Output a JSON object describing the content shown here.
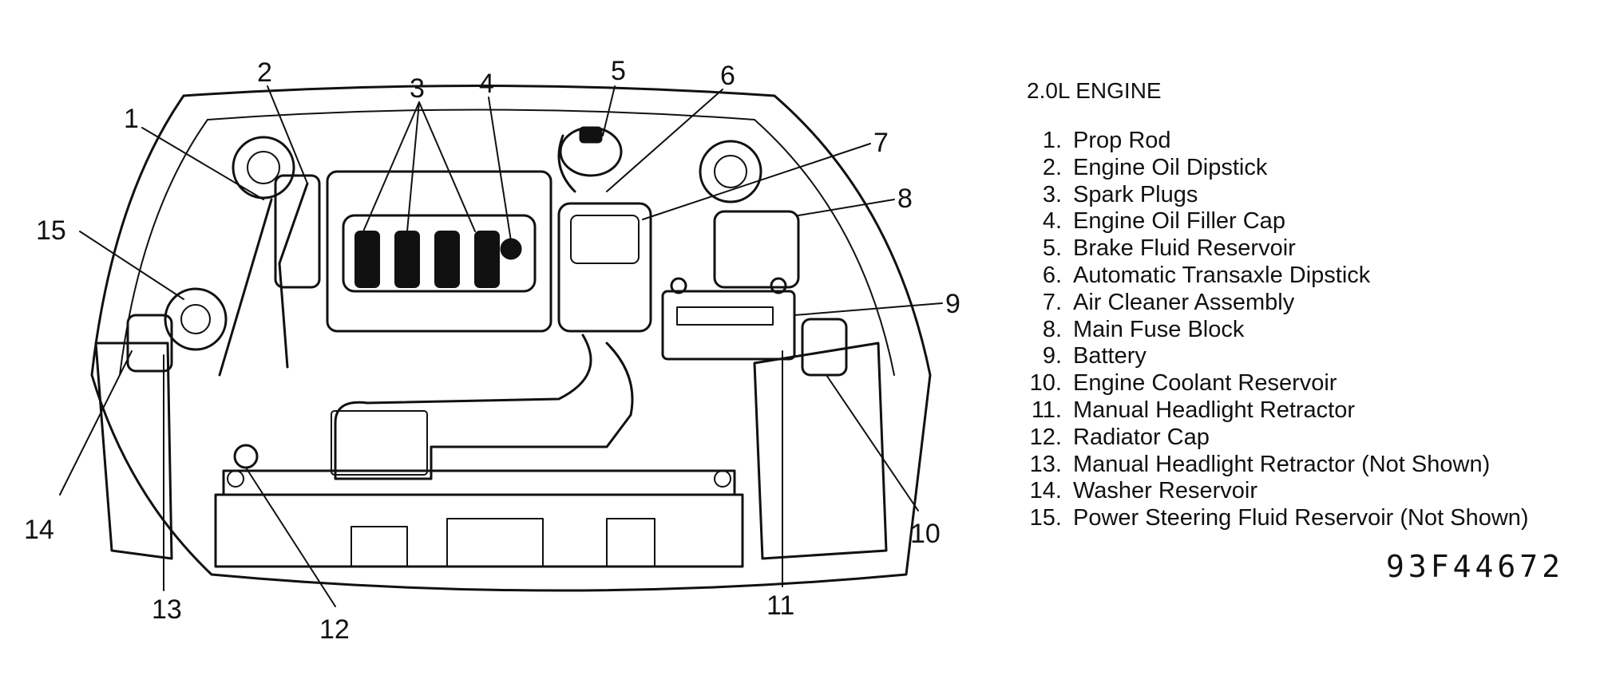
{
  "diagram": {
    "title": "2.0L ENGINE",
    "figure_code": "93F44672",
    "callouts": [
      {
        "id": "1",
        "label": "1",
        "name": "Prop Rod"
      },
      {
        "id": "2",
        "label": "2",
        "name": "Engine Oil Dipstick"
      },
      {
        "id": "3",
        "label": "3",
        "name": "Spark Plugs"
      },
      {
        "id": "4",
        "label": "4",
        "name": "Engine Oil Filler Cap"
      },
      {
        "id": "5",
        "label": "5",
        "name": "Brake Fluid Reservoir"
      },
      {
        "id": "6",
        "label": "6",
        "name": "Automatic Transaxle Dipstick"
      },
      {
        "id": "7",
        "label": "7",
        "name": "Air Cleaner Assembly"
      },
      {
        "id": "8",
        "label": "8",
        "name": "Main Fuse Block"
      },
      {
        "id": "9",
        "label": "9",
        "name": "Battery"
      },
      {
        "id": "10",
        "label": "10",
        "name": "Engine Coolant Reservoir"
      },
      {
        "id": "11",
        "label": "11",
        "name": "Manual Headlight Retractor"
      },
      {
        "id": "12",
        "label": "12",
        "name": "Radiator Cap"
      },
      {
        "id": "13",
        "label": "13",
        "name": "Manual Headlight Retractor (Not Shown)"
      },
      {
        "id": "14",
        "label": "14",
        "name": "Washer Reservoir"
      },
      {
        "id": "15",
        "label": "15",
        "name": "Power Steering Fluid Reservoir (Not Shown)"
      }
    ],
    "legend_numbers": [
      "1.",
      "2.",
      "3.",
      "4.",
      "5.",
      "6.",
      "7.",
      "8.",
      "9.",
      "10.",
      "11.",
      "12.",
      "13.",
      "14.",
      "15."
    ]
  }
}
